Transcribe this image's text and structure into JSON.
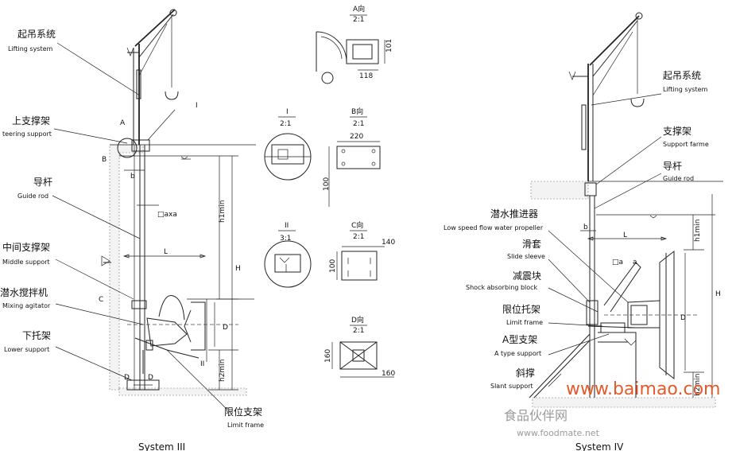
{
  "left": {
    "labels": {
      "lifting_zh": "起吊系统",
      "lifting_en": "Lifting system",
      "upper_zh": "上支撑架",
      "upper_en": "teering support",
      "guide_zh": "导杆",
      "guide_en": "Guide rod",
      "middle_zh": "中间支撑架",
      "middle_en": "Middle support",
      "agitator_zh": "潜水搅拌机",
      "agitator_en": "Mixing agitator",
      "lower_zh": "下托架",
      "lower_en": "Lower support",
      "limit_zh": "限位支架",
      "limit_en": "Limit frame"
    },
    "marks": {
      "A": "A",
      "B": "B",
      "C": "C",
      "D1": "D",
      "D2": "D",
      "I": "I",
      "II": "II",
      "b": "b",
      "axa": "□axa",
      "L": "L",
      "H": "H",
      "h1": "h1min",
      "h2": "h2min",
      "Dsz": "D"
    },
    "caption": "System III"
  },
  "details": {
    "A": {
      "title": "A向",
      "scale": "2:1",
      "d1": "101",
      "d2": "118"
    },
    "I": {
      "title": "I",
      "scale": "2:1"
    },
    "B": {
      "title": "B向",
      "scale": "2:1",
      "d1": "220",
      "d2": "100"
    },
    "II": {
      "title": "II",
      "scale": "3:1"
    },
    "C": {
      "title": "C向",
      "scale": "2:1",
      "d1": "140",
      "d2": "100"
    },
    "D": {
      "title": "D向",
      "scale": "2:1",
      "d1": "160",
      "d2": "160"
    }
  },
  "right": {
    "labels": {
      "lifting_zh": "起吊系统",
      "lifting_en": "Lifting system",
      "support_zh": "支撑架",
      "support_en": "Support farme",
      "guide_zh": "导杆",
      "guide_en": "Guide rod",
      "propeller_zh": "潜水推进器",
      "propeller_en": "Low speed flow water propeller",
      "slide_zh": "滑套",
      "slide_en": "Slide sleeve",
      "shock_zh": "减震块",
      "shock_en": "Shock absorbing block",
      "limit_zh": "限位托架",
      "limit_en": "Limit frame",
      "atype_zh": "A型支架",
      "atype_en": "A type support",
      "slant_zh": "斜撑",
      "slant_en": "Slant support"
    },
    "marks": {
      "b": "b",
      "L": "L",
      "H": "H",
      "h1": "h1min",
      "h2": "h2min",
      "aa": "□a",
      "a": "a",
      "Dsz": "D"
    },
    "caption": "System IV"
  },
  "watermark": {
    "main": "www.baimao.com",
    "sub": "食品伙伴网",
    "site": "www.foodmate.net"
  }
}
